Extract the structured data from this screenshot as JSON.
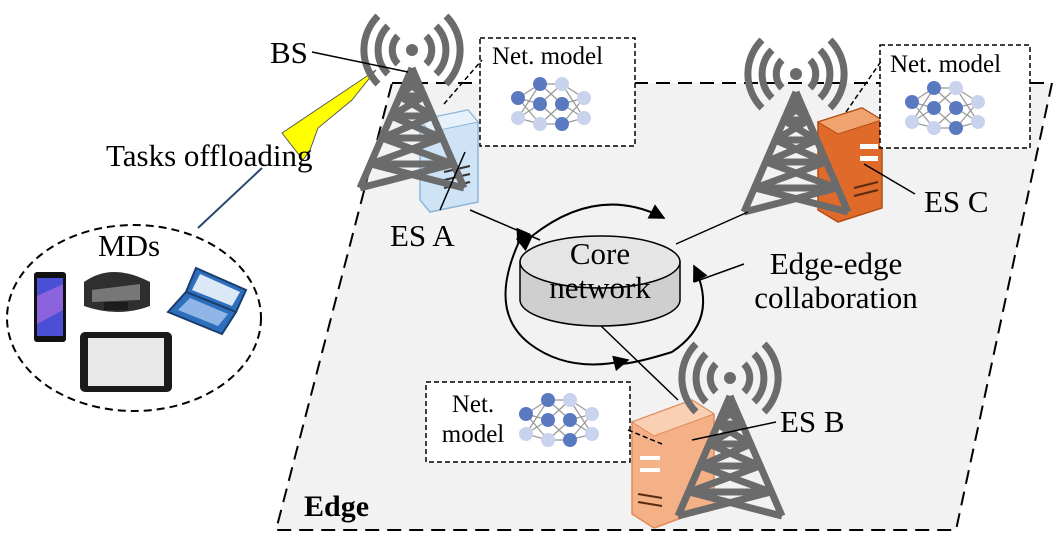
{
  "labels": {
    "bs": "BS",
    "tasks_offloading": "Tasks offloading",
    "mds": "MDs",
    "es_a": "ES A",
    "es_b": "ES B",
    "es_c": "ES C",
    "core_line1": "Core",
    "core_line2": "network",
    "collab_line1": "Edge-edge",
    "collab_line2": "collaboration",
    "edge": "Edge",
    "net_model": "Net. model",
    "net_line1": "Net.",
    "net_line2": "model"
  },
  "colors": {
    "plane_fill": "#f2f2f2",
    "tower": "#6b6b6b",
    "server_a": "#cfe3f6",
    "server_b": "#f4b086",
    "server_c": "#e06a2a",
    "node_dark": "#5b79c1",
    "node_light": "#c9d3ee",
    "offload_arrow": "#ffff00",
    "laptop": "#2e6fbd"
  },
  "icons": [
    "tower-icon",
    "server-icon",
    "neural-net-icon",
    "smartphone-icon",
    "vr-headset-icon",
    "laptop-icon",
    "tablet-icon"
  ]
}
